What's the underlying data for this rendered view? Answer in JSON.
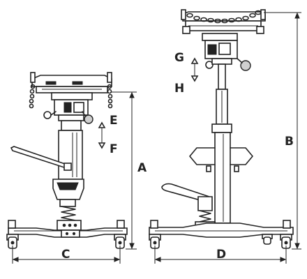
{
  "dimension_labels": {
    "A": "A",
    "B": "B",
    "C": "C",
    "D": "D",
    "E": "E",
    "F": "F",
    "G": "G",
    "H": "H"
  }
}
